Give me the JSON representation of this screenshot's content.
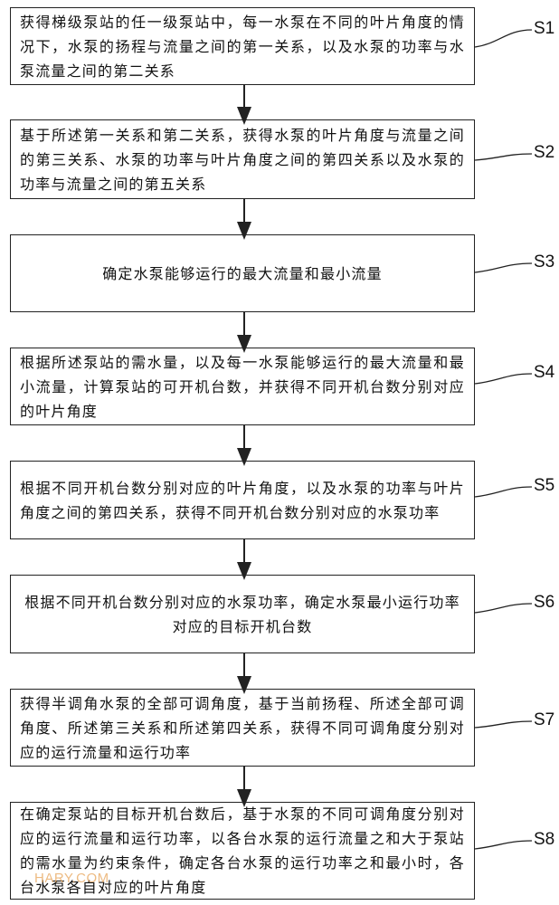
{
  "steps": [
    {
      "id": "S1",
      "text": "获得梯级泵站的任一级泵站中，每一水泵在不同的叶片角度的情况下，水泵的扬程与流量之间的第一关系，以及水泵的功率与水泵流量之间的第二关系"
    },
    {
      "id": "S2",
      "text": "基于所述第一关系和第二关系，获得水泵的叶片角度与流量之间的第三关系、水泵的功率与叶片角度之间的第四关系以及水泵的功率与流量之间的第五关系"
    },
    {
      "id": "S3",
      "text": "确定水泵能够运行的最大流量和最小流量"
    },
    {
      "id": "S4",
      "text": "根据所述泵站的需水量，以及每一水泵能够运行的最大流量和最小流量，计算泵站的可开机台数，并获得不同开机台数分别对应的叶片角度"
    },
    {
      "id": "S5",
      "text": "根据不同开机台数分别对应的叶片角度，以及水泵的功率与叶片角度之间的第四关系，获得不同开机台数分别对应的水泵功率"
    },
    {
      "id": "S6",
      "text": "根据不同开机台数分别对应的水泵功率，确定水泵最小运行功率对应的目标开机台数"
    },
    {
      "id": "S7",
      "text": "获得半调角水泵的全部可调角度，基于当前扬程、所述全部可调角度、所述第三关系和所述第四关系，获得不同可调角度分别对应的运行流量和运行功率"
    },
    {
      "id": "S8",
      "text": "在确定泵站的目标开机台数后，基于水泵的不同可调角度分别对应的运行流量和运行功率，以各台水泵的运行流量之和大于泵站的需水量为约束条件，确定各台水泵的运行功率之和最小时，各台水泵各自对应的叶片角度"
    }
  ],
  "watermark": "HARY.COM"
}
